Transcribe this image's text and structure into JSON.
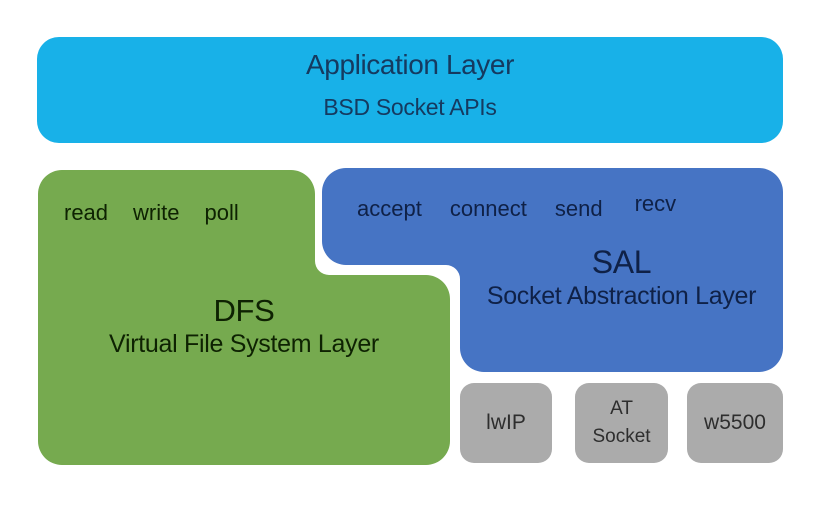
{
  "diagram": {
    "background_color": "#ffffff",
    "application_layer": {
      "title": "Application Layer",
      "subtitle": "BSD Socket APIs",
      "fill_color": "#18b1e8",
      "text_color": "#153a60"
    },
    "dfs_layer": {
      "api_labels": [
        "read",
        "write",
        "poll"
      ],
      "abbr": "DFS",
      "name": "Virtual File System Layer",
      "fill_color": "#76aa4f",
      "text_color": "#0e2202"
    },
    "sal_layer": {
      "api_labels": [
        "accept",
        "connect",
        "send",
        "recv"
      ],
      "abbr": "SAL",
      "name": "Socket Abstraction Layer",
      "fill_color": "#4674c4",
      "text_color": "#0f2147"
    },
    "backends": {
      "fill_color": "#ababab",
      "text_color": "#2e2e2e",
      "items": [
        {
          "lines": [
            "lwIP"
          ]
        },
        {
          "lines": [
            "AT",
            "Socket"
          ]
        },
        {
          "lines": [
            "w5500"
          ]
        }
      ]
    }
  }
}
